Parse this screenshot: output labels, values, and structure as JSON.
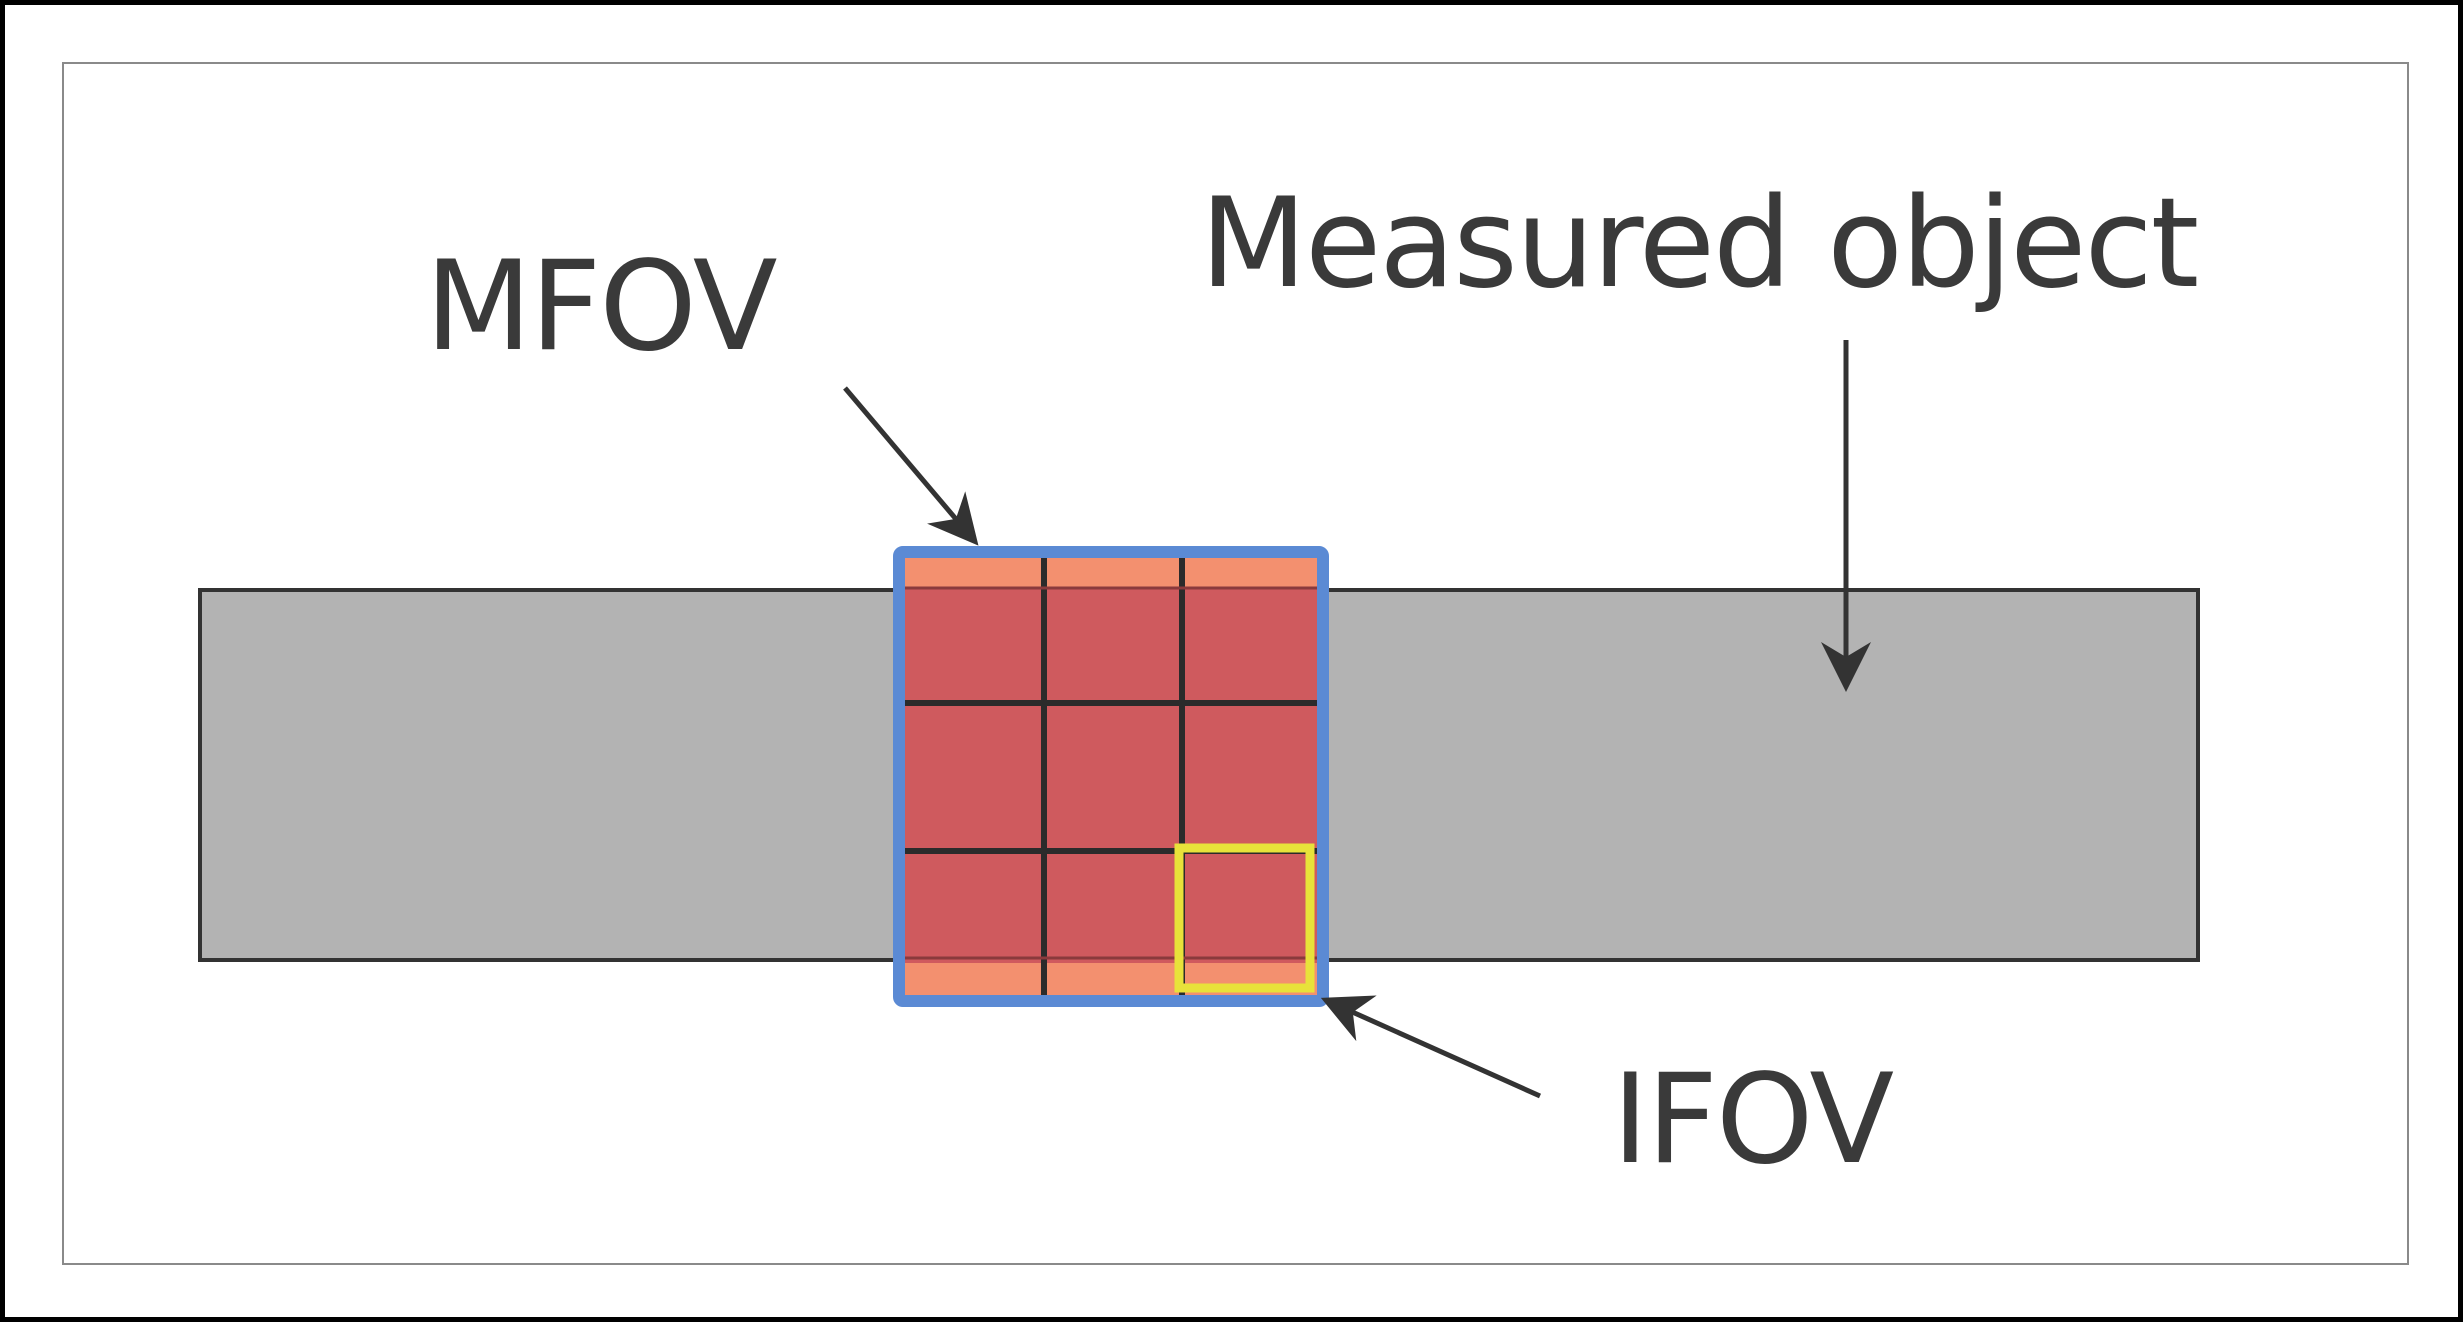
{
  "labels": {
    "mfov": "MFOV",
    "measured_object": "Measured object",
    "ifov": "IFOV"
  },
  "colors": {
    "outer_frame": "#000000",
    "inner_border": "#8a8a8a",
    "measured_object_fill": "#b3b3b3",
    "measured_object_stroke": "#333333",
    "mfov_border": "#5b8ad4",
    "pixel_fill": "#cf5a5e",
    "pixel_edge_fill": "#f3906f",
    "grid_lines": "#2b2b2b",
    "ifov_highlight": "#e8e23a",
    "arrows": "#333333",
    "text": "#3a3a3a"
  },
  "grid": {
    "rows": 3,
    "cols": 3
  }
}
